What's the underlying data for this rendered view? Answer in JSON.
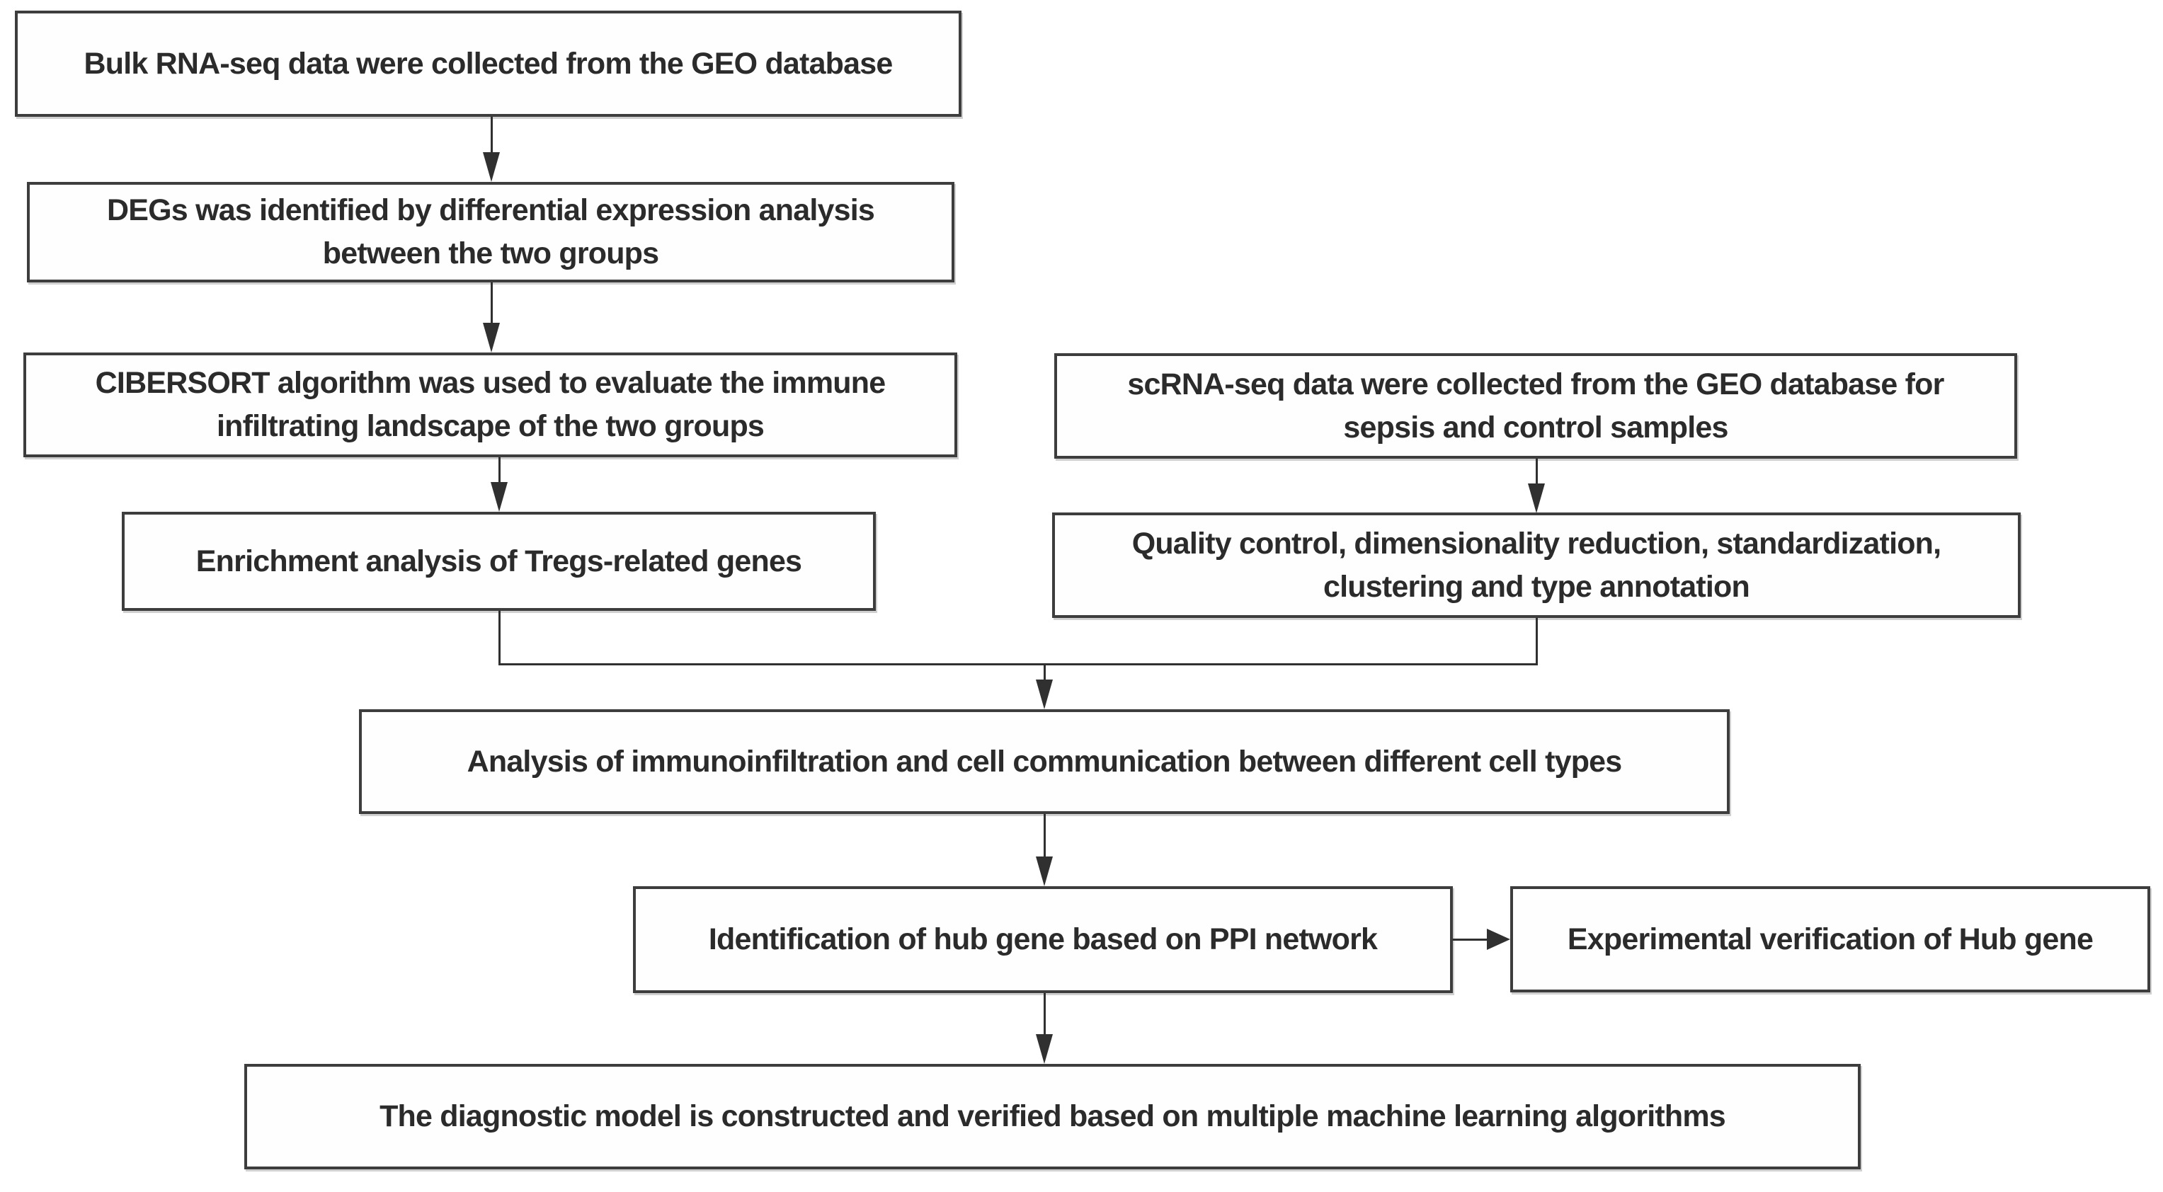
{
  "diagram": {
    "type": "flowchart",
    "background_color": "#ffffff",
    "box_border_color": "#3d3d3d",
    "text_color": "#2b2b2b",
    "arrow_color": "#303030"
  },
  "flow": {
    "boxes": [
      {
        "id": "bulk-rnaseq",
        "lines": [
          "Bulk RNA-seq data were collected from the GEO database"
        ]
      },
      {
        "id": "degs",
        "lines": [
          "DEGs was identified by differential expression analysis",
          "between the two groups"
        ]
      },
      {
        "id": "cibersort",
        "lines": [
          "CIBERSORT algorithm was used to evaluate the immune",
          "infiltrating landscape of the two groups"
        ]
      },
      {
        "id": "enrichment",
        "lines": [
          "Enrichment analysis of Tregs-related genes"
        ]
      },
      {
        "id": "scrnaseq",
        "lines": [
          "scRNA-seq data were collected from the GEO database for",
          "sepsis and control samples"
        ]
      },
      {
        "id": "quality-control",
        "lines": [
          "Quality control, dimensionality reduction, standardization,",
          "clustering and type annotation"
        ]
      },
      {
        "id": "immunoinfiltration-analysis",
        "lines": [
          "Analysis of immunoinfiltration and cell communication between different cell types"
        ]
      },
      {
        "id": "hub-gene-ppi",
        "lines": [
          "Identification of hub gene based on PPI network"
        ]
      },
      {
        "id": "experimental-verification",
        "lines": [
          "Experimental verification of Hub gene"
        ]
      },
      {
        "id": "diagnostic-model",
        "lines": [
          "The diagnostic model is constructed and verified based on multiple machine learning algorithms"
        ]
      }
    ],
    "connectors": [
      {
        "from": "bulk-rnaseq",
        "to": "degs",
        "style": "arrow-down"
      },
      {
        "from": "degs",
        "to": "cibersort",
        "style": "arrow-down"
      },
      {
        "from": "cibersort",
        "to": "enrichment",
        "style": "arrow-down"
      },
      {
        "from": "scrnaseq",
        "to": "quality-control",
        "style": "arrow-down"
      },
      {
        "from": [
          "enrichment",
          "quality-control"
        ],
        "to": "immunoinfiltration-analysis",
        "style": "merge-arrow-down"
      },
      {
        "from": "immunoinfiltration-analysis",
        "to": "hub-gene-ppi",
        "style": "arrow-down"
      },
      {
        "from": "hub-gene-ppi",
        "to": "experimental-verification",
        "style": "arrow-right"
      },
      {
        "from": "hub-gene-ppi",
        "to": "diagnostic-model",
        "style": "arrow-down"
      }
    ]
  }
}
